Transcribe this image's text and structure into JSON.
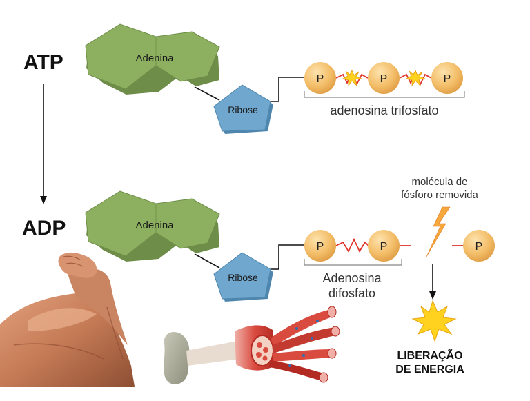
{
  "atp_row": {
    "label": "ATP",
    "adenine": "Adenina",
    "ribose": "Ribose",
    "phosphates": [
      "P",
      "P",
      "P"
    ],
    "caption": "adenosina trifosfato"
  },
  "adp_row": {
    "label": "ADP",
    "adenine": "Adenina",
    "ribose": "Ribose",
    "phosphates": [
      "P",
      "P"
    ],
    "caption_line1": "Adenosina",
    "caption_line2": "difosfato"
  },
  "removed": {
    "label_line1": "molécula de",
    "label_line2": "fósforo removida",
    "phosphate": "P"
  },
  "energy": {
    "line1": "LIBERAÇÃO",
    "line2": "DE ENERGIA"
  },
  "illustrations": {
    "arm": "flexed-arm-illustration",
    "muscle": "muscle-fiber-illustration"
  },
  "colors": {
    "adenine": "#8db060",
    "ribose": "#6fa7cf",
    "phosphate": "#f2ba66",
    "bond": "#e0342b",
    "spark": "#ffd21f"
  }
}
